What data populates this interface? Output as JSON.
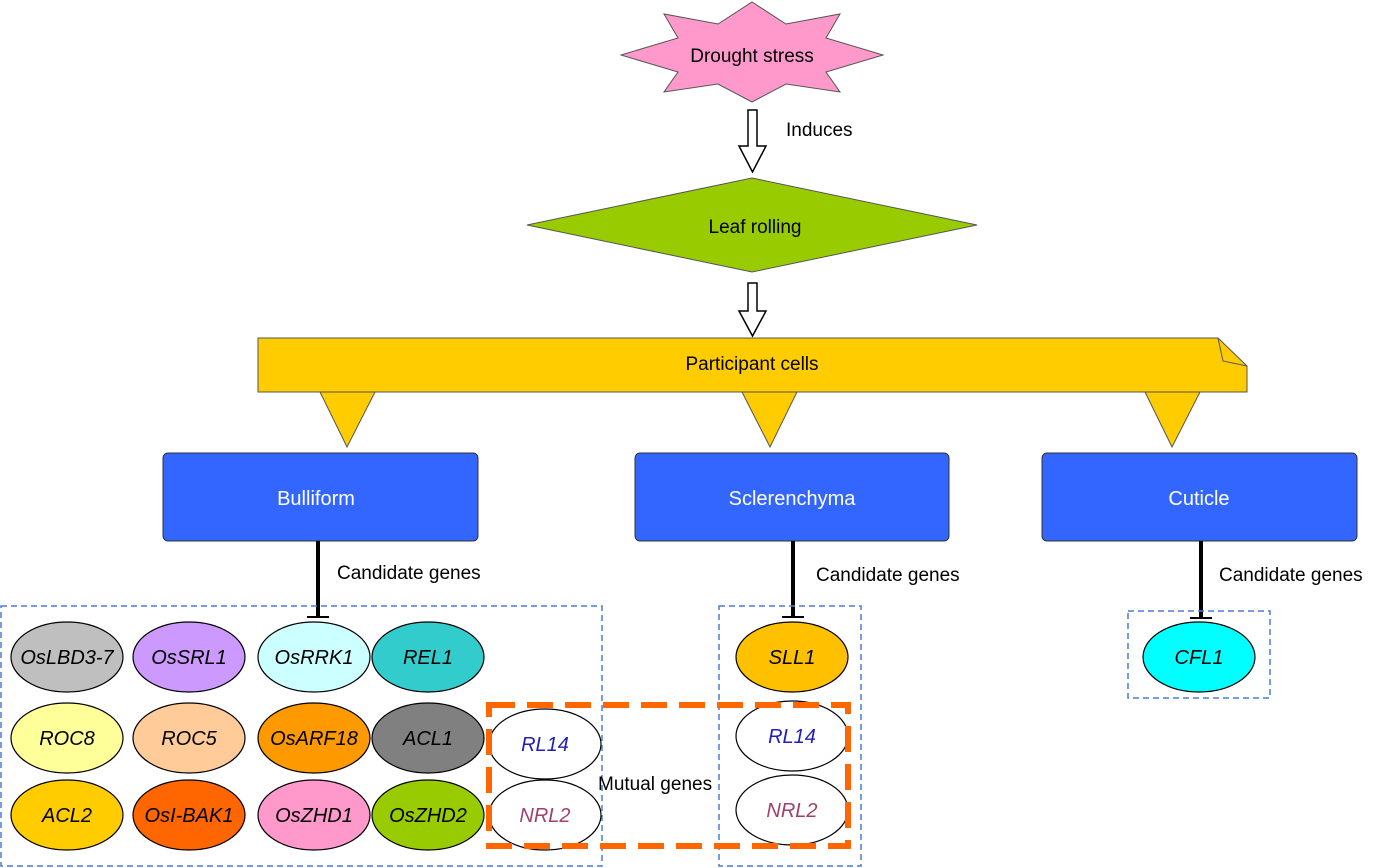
{
  "top": {
    "stress": "Drought stress",
    "arrow_label": "Induces",
    "rolling": "Leaf rolling",
    "cells_banner": "Participant cells"
  },
  "cell_types": {
    "bulliform": {
      "label": "Bulliform",
      "candidate_label": "Candidate genes"
    },
    "sclerenchyma": {
      "label": "Sclerenchyma",
      "candidate_label": "Candidate genes"
    },
    "cuticle": {
      "label": "Cuticle",
      "candidate_label": "Candidate genes"
    }
  },
  "bulliform_genes": [
    {
      "name": "OsLBD3-7",
      "color": "#bfbfbf"
    },
    {
      "name": "OsSRL1",
      "color": "#cc99ff"
    },
    {
      "name": "OsRRK1",
      "color": "#ccffff"
    },
    {
      "name": "REL1",
      "color": "#33cccc"
    },
    {
      "name": "ROC8",
      "color": "#ffff99"
    },
    {
      "name": "ROC5",
      "color": "#ffcc99"
    },
    {
      "name": "OsARF18",
      "color": "#ff9900"
    },
    {
      "name": "ACL1",
      "color": "#808080"
    },
    {
      "name": "ACL2",
      "color": "#ffcc00"
    },
    {
      "name": "OsI-BAK1",
      "color": "#ff6600"
    },
    {
      "name": "OsZHD1",
      "color": "#ff99cc"
    },
    {
      "name": "OsZHD2",
      "color": "#99cc00"
    }
  ],
  "sclerenchyma_genes": [
    {
      "name": "SLL1",
      "color": "#ffc000"
    }
  ],
  "cuticle_genes": [
    {
      "name": "CFL1",
      "color": "#00ffff"
    }
  ],
  "mutual": {
    "label": "Mutual  genes",
    "genes": [
      {
        "name": "RL14",
        "color": "#1f1fb4"
      },
      {
        "name": "NRL2",
        "color": "#a0406e"
      }
    ]
  },
  "colors": {
    "stress_fill": "#ff99cc",
    "rolling_fill": "#99cc00",
    "banner_fill": "#ffcc00",
    "cell_box_fill": "#3366ff",
    "group_border": "#4a7bd8",
    "mutual_border": "#ff6600"
  }
}
